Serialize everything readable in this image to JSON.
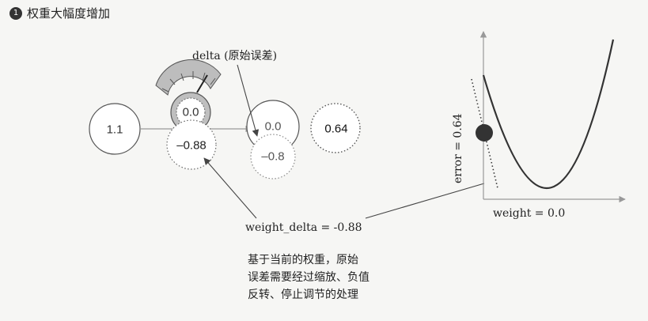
{
  "heading": {
    "bullet": "1",
    "title": "权重大幅度增加"
  },
  "network": {
    "input_value": "1.1",
    "knob_value": "0.0",
    "weight_delta_value": "–0.88",
    "prediction_value": "0.0",
    "delta_value": "–0.8",
    "goal_value": "0.64"
  },
  "annotations": {
    "delta_label": "delta (原始误差)",
    "weight_delta_label": "weight_delta = -0.88",
    "note_lines": [
      "基于当前的权重，原始",
      "误差需要经过缩放、负值",
      "反转、停止调节的处理"
    ]
  },
  "curve_plot": {
    "ylabel": "error = 0.64",
    "xlabel": "weight = 0.0",
    "ball_color": "#333333",
    "curve_color": "#333333"
  }
}
